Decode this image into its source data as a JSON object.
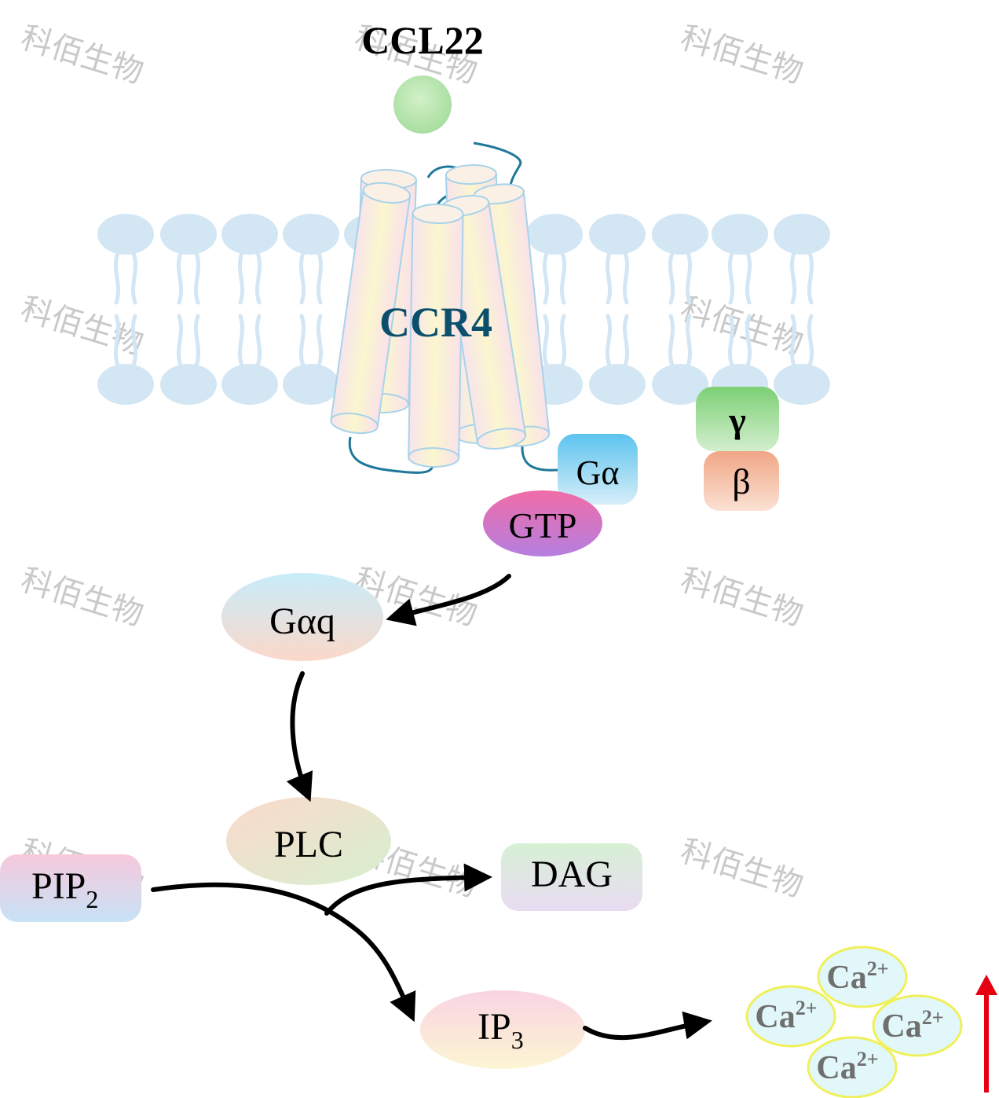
{
  "ligand": {
    "label": "CCL22"
  },
  "receptor": {
    "label": "CCR4"
  },
  "g_protein": {
    "alpha": "Gα",
    "gamma": "γ",
    "beta": "β",
    "gtp": "GTP"
  },
  "pathway": {
    "gaq": "Gαq",
    "plc": "PLC",
    "pip2": "PIP",
    "pip2_sub": "2",
    "dag": "DAG",
    "ip3": "IP",
    "ip3_sub": "3"
  },
  "calcium": {
    "ions": [
      {
        "base": "Ca",
        "charge": "2+"
      },
      {
        "base": "Ca",
        "charge": "2+"
      },
      {
        "base": "Ca",
        "charge": "2+"
      },
      {
        "base": "Ca",
        "charge": "2+"
      }
    ]
  },
  "watermark": "科佰生物",
  "colors": {
    "arrow": "#000000",
    "increase_arrow": "#e60012",
    "receptor_text": "#0b4f6c",
    "membrane": "#d3e6f4",
    "loop": "#1f7899"
  }
}
